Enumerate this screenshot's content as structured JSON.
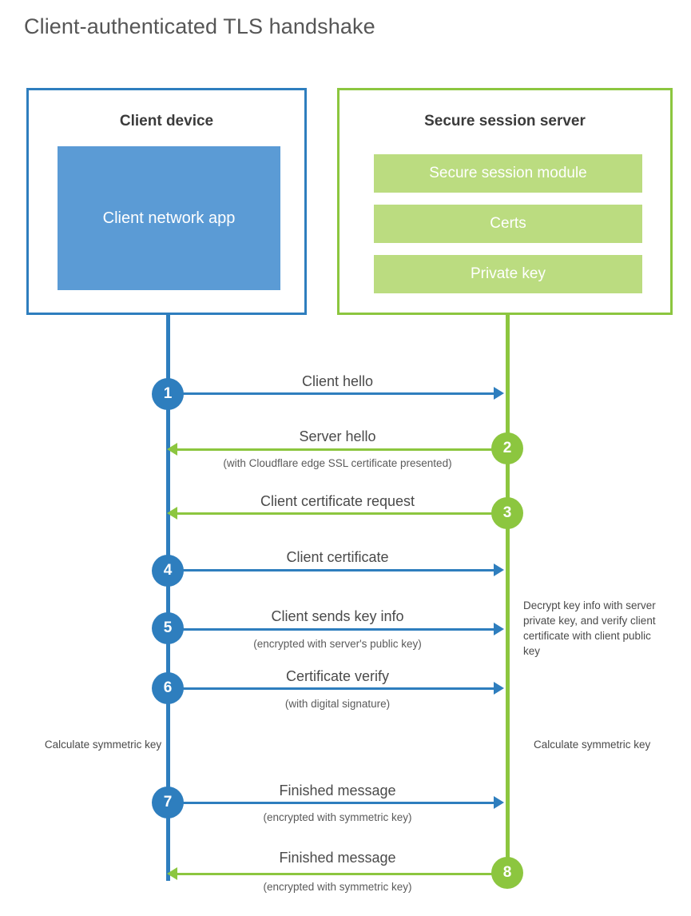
{
  "title": "Client-authenticated TLS handshake",
  "colors": {
    "client_blue": "#2e7ebe",
    "client_app_fill": "#5b9bd5",
    "server_green": "#8cc63f",
    "server_block_fill": "#bbdc80",
    "title_text": "#565656",
    "body_text": "#4a4a4a",
    "background": "#ffffff"
  },
  "client": {
    "title": "Client device",
    "app_label": "Client network app"
  },
  "server": {
    "title": "Secure session server",
    "blocks": [
      {
        "label": "Secure session module"
      },
      {
        "label": "Certs"
      },
      {
        "label": "Private key"
      }
    ]
  },
  "steps": [
    {
      "number": "1",
      "label": "Client hello",
      "sublabel": "",
      "direction": "client-to-server",
      "color": "blue"
    },
    {
      "number": "2",
      "label": "Server hello",
      "sublabel": "(with Cloudflare edge SSL certificate presented)",
      "direction": "server-to-client",
      "color": "green"
    },
    {
      "number": "3",
      "label": "Client certificate request",
      "sublabel": "",
      "direction": "server-to-client",
      "color": "green"
    },
    {
      "number": "4",
      "label": "Client certificate",
      "sublabel": "",
      "direction": "client-to-server",
      "color": "blue"
    },
    {
      "number": "5",
      "label": "Client sends key info",
      "sublabel": "(encrypted with server's public key)",
      "direction": "client-to-server",
      "color": "blue"
    },
    {
      "number": "6",
      "label": "Certificate verify",
      "sublabel": "(with digital signature)",
      "direction": "client-to-server",
      "color": "blue"
    },
    {
      "number": "7",
      "label": "Finished message",
      "sublabel": "(encrypted with symmetric key)",
      "direction": "client-to-server",
      "color": "blue"
    },
    {
      "number": "8",
      "label": "Finished message",
      "sublabel": "(encrypted with symmetric key)",
      "direction": "server-to-client",
      "color": "green"
    }
  ],
  "notes": {
    "decrypt": "Decrypt key info with server private key, and verify client certificate with client public key",
    "calculate_symmetric_key_client": "Calculate symmetric key",
    "calculate_symmetric_key_server": "Calculate symmetric key"
  }
}
